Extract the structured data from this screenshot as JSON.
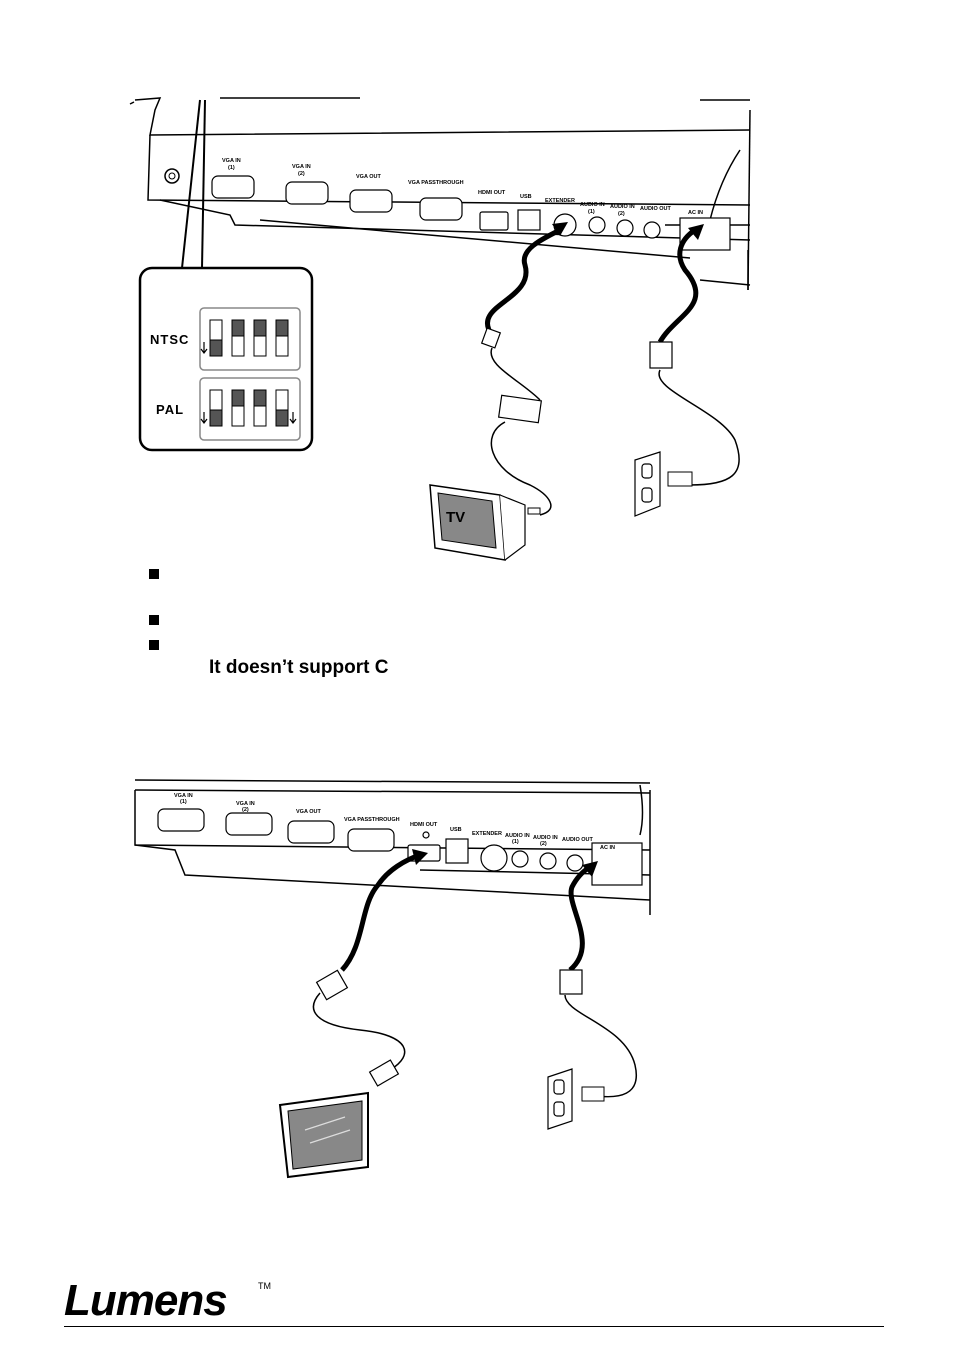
{
  "diagram1": {
    "ports": [
      "VGA IN",
      "VGA IN",
      "VGA OUT",
      "VGA PASSTHROUGH",
      "HDMI OUT",
      "USB",
      "EXTENDER",
      "AUDIO IN",
      "AUDIO IN",
      "AUDIO OUT",
      "AC IN"
    ],
    "port_subs": [
      "(1)",
      "(2)",
      "(1)",
      "(2)"
    ],
    "ntsc_label": "NTSC",
    "pal_label": "PAL",
    "tv_label": "TV"
  },
  "notes": {
    "line3_text": "It doesn’t support C"
  },
  "diagram2": {
    "ports": [
      "VGA IN",
      "VGA IN",
      "VGA OUT",
      "VGA PASSTHROUGH",
      "HDMI OUT",
      "USB",
      "EXTENDER",
      "AUDIO IN",
      "AUDIO IN",
      "AUDIO OUT",
      "AC IN"
    ],
    "port_subs": [
      "(1)",
      "(2)",
      "(1)",
      "(2)"
    ]
  },
  "footer": {
    "logo": "Lumens",
    "trademark": "TM"
  }
}
